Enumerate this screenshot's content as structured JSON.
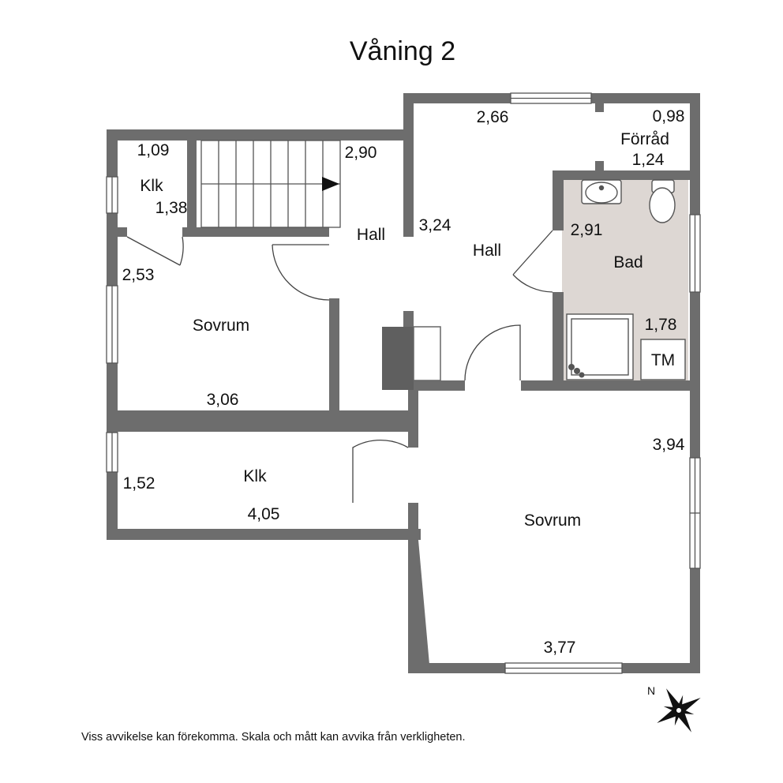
{
  "title": "Våning 2",
  "rooms": {
    "klk_small": "Klk",
    "hall_left": "Hall",
    "hall_right": "Hall",
    "forrad": "Förråd",
    "bad": "Bad",
    "sovrum_left": "Sovrum",
    "klk_long": "Klk",
    "sovrum_big": "Sovrum",
    "tm": "TM"
  },
  "dimensions": {
    "klk_small_w": "1,09",
    "klk_small_h": "1,38",
    "stair": "2,90",
    "hall_upper": "2,66",
    "forrad_w": "0,98",
    "forrad_h": "1,24",
    "hall_mid": "3,24",
    "bad_w": "2,91",
    "sovrum_left_h": "2,53",
    "bad_h": "1,78",
    "sovrum_left_w": "3,06",
    "sovrum_big_h": "3,94",
    "klk_long_h": "1,52",
    "klk_long_w": "4,05",
    "sovrum_big_w": "3,77"
  },
  "compass": {
    "north": "N"
  },
  "disclaimer": "Viss avvikelse kan förekomma. Skala och mått kan avvika från verkligheten.",
  "colors": {
    "wall": "#6d6d6d",
    "bath_floor": "#ddd7d3",
    "chimney": "#5f5f5f"
  }
}
